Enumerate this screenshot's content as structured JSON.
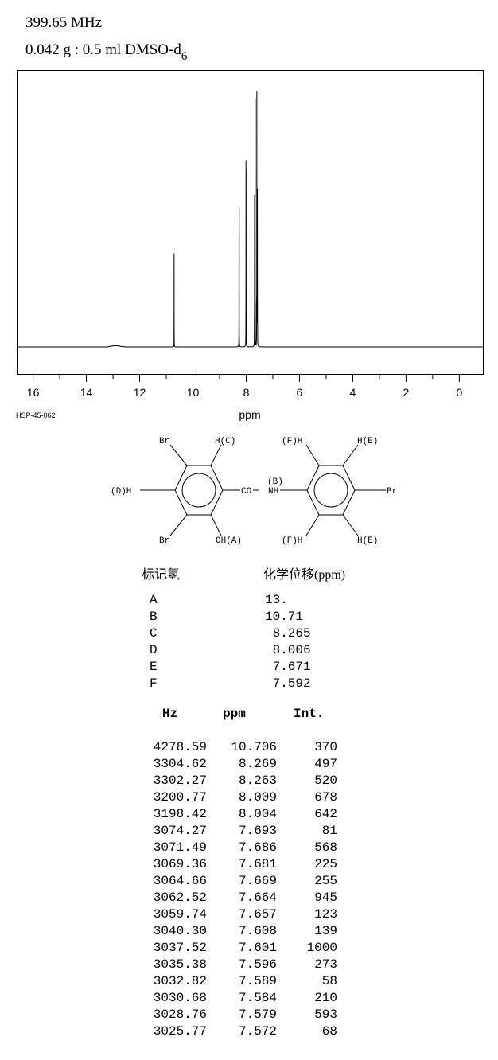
{
  "header": {
    "frequency": "399.65 MHz",
    "sample": "0.042 g : 0.5 ml DMSO-d",
    "sample_sub": "6"
  },
  "spectrum_code": "HSP-45-062",
  "chart_data": {
    "type": "line",
    "title": "",
    "xlabel": "ppm",
    "ylabel": "",
    "xlim": [
      16.6,
      -0.9
    ],
    "x_reversed": true,
    "x_ticks": [
      "16",
      "14",
      "12",
      "10",
      "8",
      "6",
      "4",
      "2",
      "0"
    ],
    "grid": false,
    "peaks": [
      {
        "ppm": 10.706,
        "intensity": 370
      },
      {
        "ppm": 8.269,
        "intensity": 497
      },
      {
        "ppm": 8.263,
        "intensity": 520
      },
      {
        "ppm": 8.009,
        "intensity": 678
      },
      {
        "ppm": 8.004,
        "intensity": 642
      },
      {
        "ppm": 7.693,
        "intensity": 81
      },
      {
        "ppm": 7.686,
        "intensity": 568
      },
      {
        "ppm": 7.681,
        "intensity": 225
      },
      {
        "ppm": 7.669,
        "intensity": 255
      },
      {
        "ppm": 7.664,
        "intensity": 945
      },
      {
        "ppm": 7.657,
        "intensity": 123
      },
      {
        "ppm": 7.608,
        "intensity": 139
      },
      {
        "ppm": 7.601,
        "intensity": 1000
      },
      {
        "ppm": 7.596,
        "intensity": 273
      },
      {
        "ppm": 7.589,
        "intensity": 58
      },
      {
        "ppm": 7.584,
        "intensity": 210
      },
      {
        "ppm": 7.579,
        "intensity": 593
      },
      {
        "ppm": 7.572,
        "intensity": 68
      }
    ],
    "broad_hump": {
      "ppm_from": 13.2,
      "ppm_to": 12.5,
      "center": 12.9
    }
  },
  "structure": {
    "labels": {
      "br_top": "Br",
      "hc": "H(C)",
      "dh": "(D)H",
      "co": "CO",
      "b": "(B)",
      "nh": "NH",
      "br_bottom": "Br",
      "oha": "OH(A)",
      "fh_top": "(F)H",
      "he_top": "H(E)",
      "br_right": "Br",
      "fh_bottom": "(F)H",
      "he_bottom": "H(E)"
    }
  },
  "assignments": {
    "label_header": "标记氢",
    "shift_header": "化学位移(ppm)",
    "rows": [
      {
        "label": "A",
        "shift": "13."
      },
      {
        "label": "B",
        "shift": "10.71"
      },
      {
        "label": "C",
        "shift": " 8.265"
      },
      {
        "label": "D",
        "shift": " 8.006"
      },
      {
        "label": "E",
        "shift": " 7.671"
      },
      {
        "label": "F",
        "shift": " 7.592"
      }
    ]
  },
  "peak_table": {
    "headers": {
      "hz": "Hz",
      "ppm": "ppm",
      "int": "Int."
    },
    "rows": [
      {
        "hz": "4278.59",
        "ppm": "10.706",
        "int": "370"
      },
      {
        "hz": "3304.62",
        "ppm": "8.269",
        "int": "497"
      },
      {
        "hz": "3302.27",
        "ppm": "8.263",
        "int": "520"
      },
      {
        "hz": "3200.77",
        "ppm": "8.009",
        "int": "678"
      },
      {
        "hz": "3198.42",
        "ppm": "8.004",
        "int": "642"
      },
      {
        "hz": "3074.27",
        "ppm": "7.693",
        "int": "81"
      },
      {
        "hz": "3071.49",
        "ppm": "7.686",
        "int": "568"
      },
      {
        "hz": "3069.36",
        "ppm": "7.681",
        "int": "225"
      },
      {
        "hz": "3064.66",
        "ppm": "7.669",
        "int": "255"
      },
      {
        "hz": "3062.52",
        "ppm": "7.664",
        "int": "945"
      },
      {
        "hz": "3059.74",
        "ppm": "7.657",
        "int": "123"
      },
      {
        "hz": "3040.30",
        "ppm": "7.608",
        "int": "139"
      },
      {
        "hz": "3037.52",
        "ppm": "7.601",
        "int": "1000"
      },
      {
        "hz": "3035.38",
        "ppm": "7.596",
        "int": "273"
      },
      {
        "hz": "3032.82",
        "ppm": "7.589",
        "int": "58"
      },
      {
        "hz": "3030.68",
        "ppm": "7.584",
        "int": "210"
      },
      {
        "hz": "3028.76",
        "ppm": "7.579",
        "int": "593"
      },
      {
        "hz": "3025.77",
        "ppm": "7.572",
        "int": "68"
      }
    ]
  }
}
